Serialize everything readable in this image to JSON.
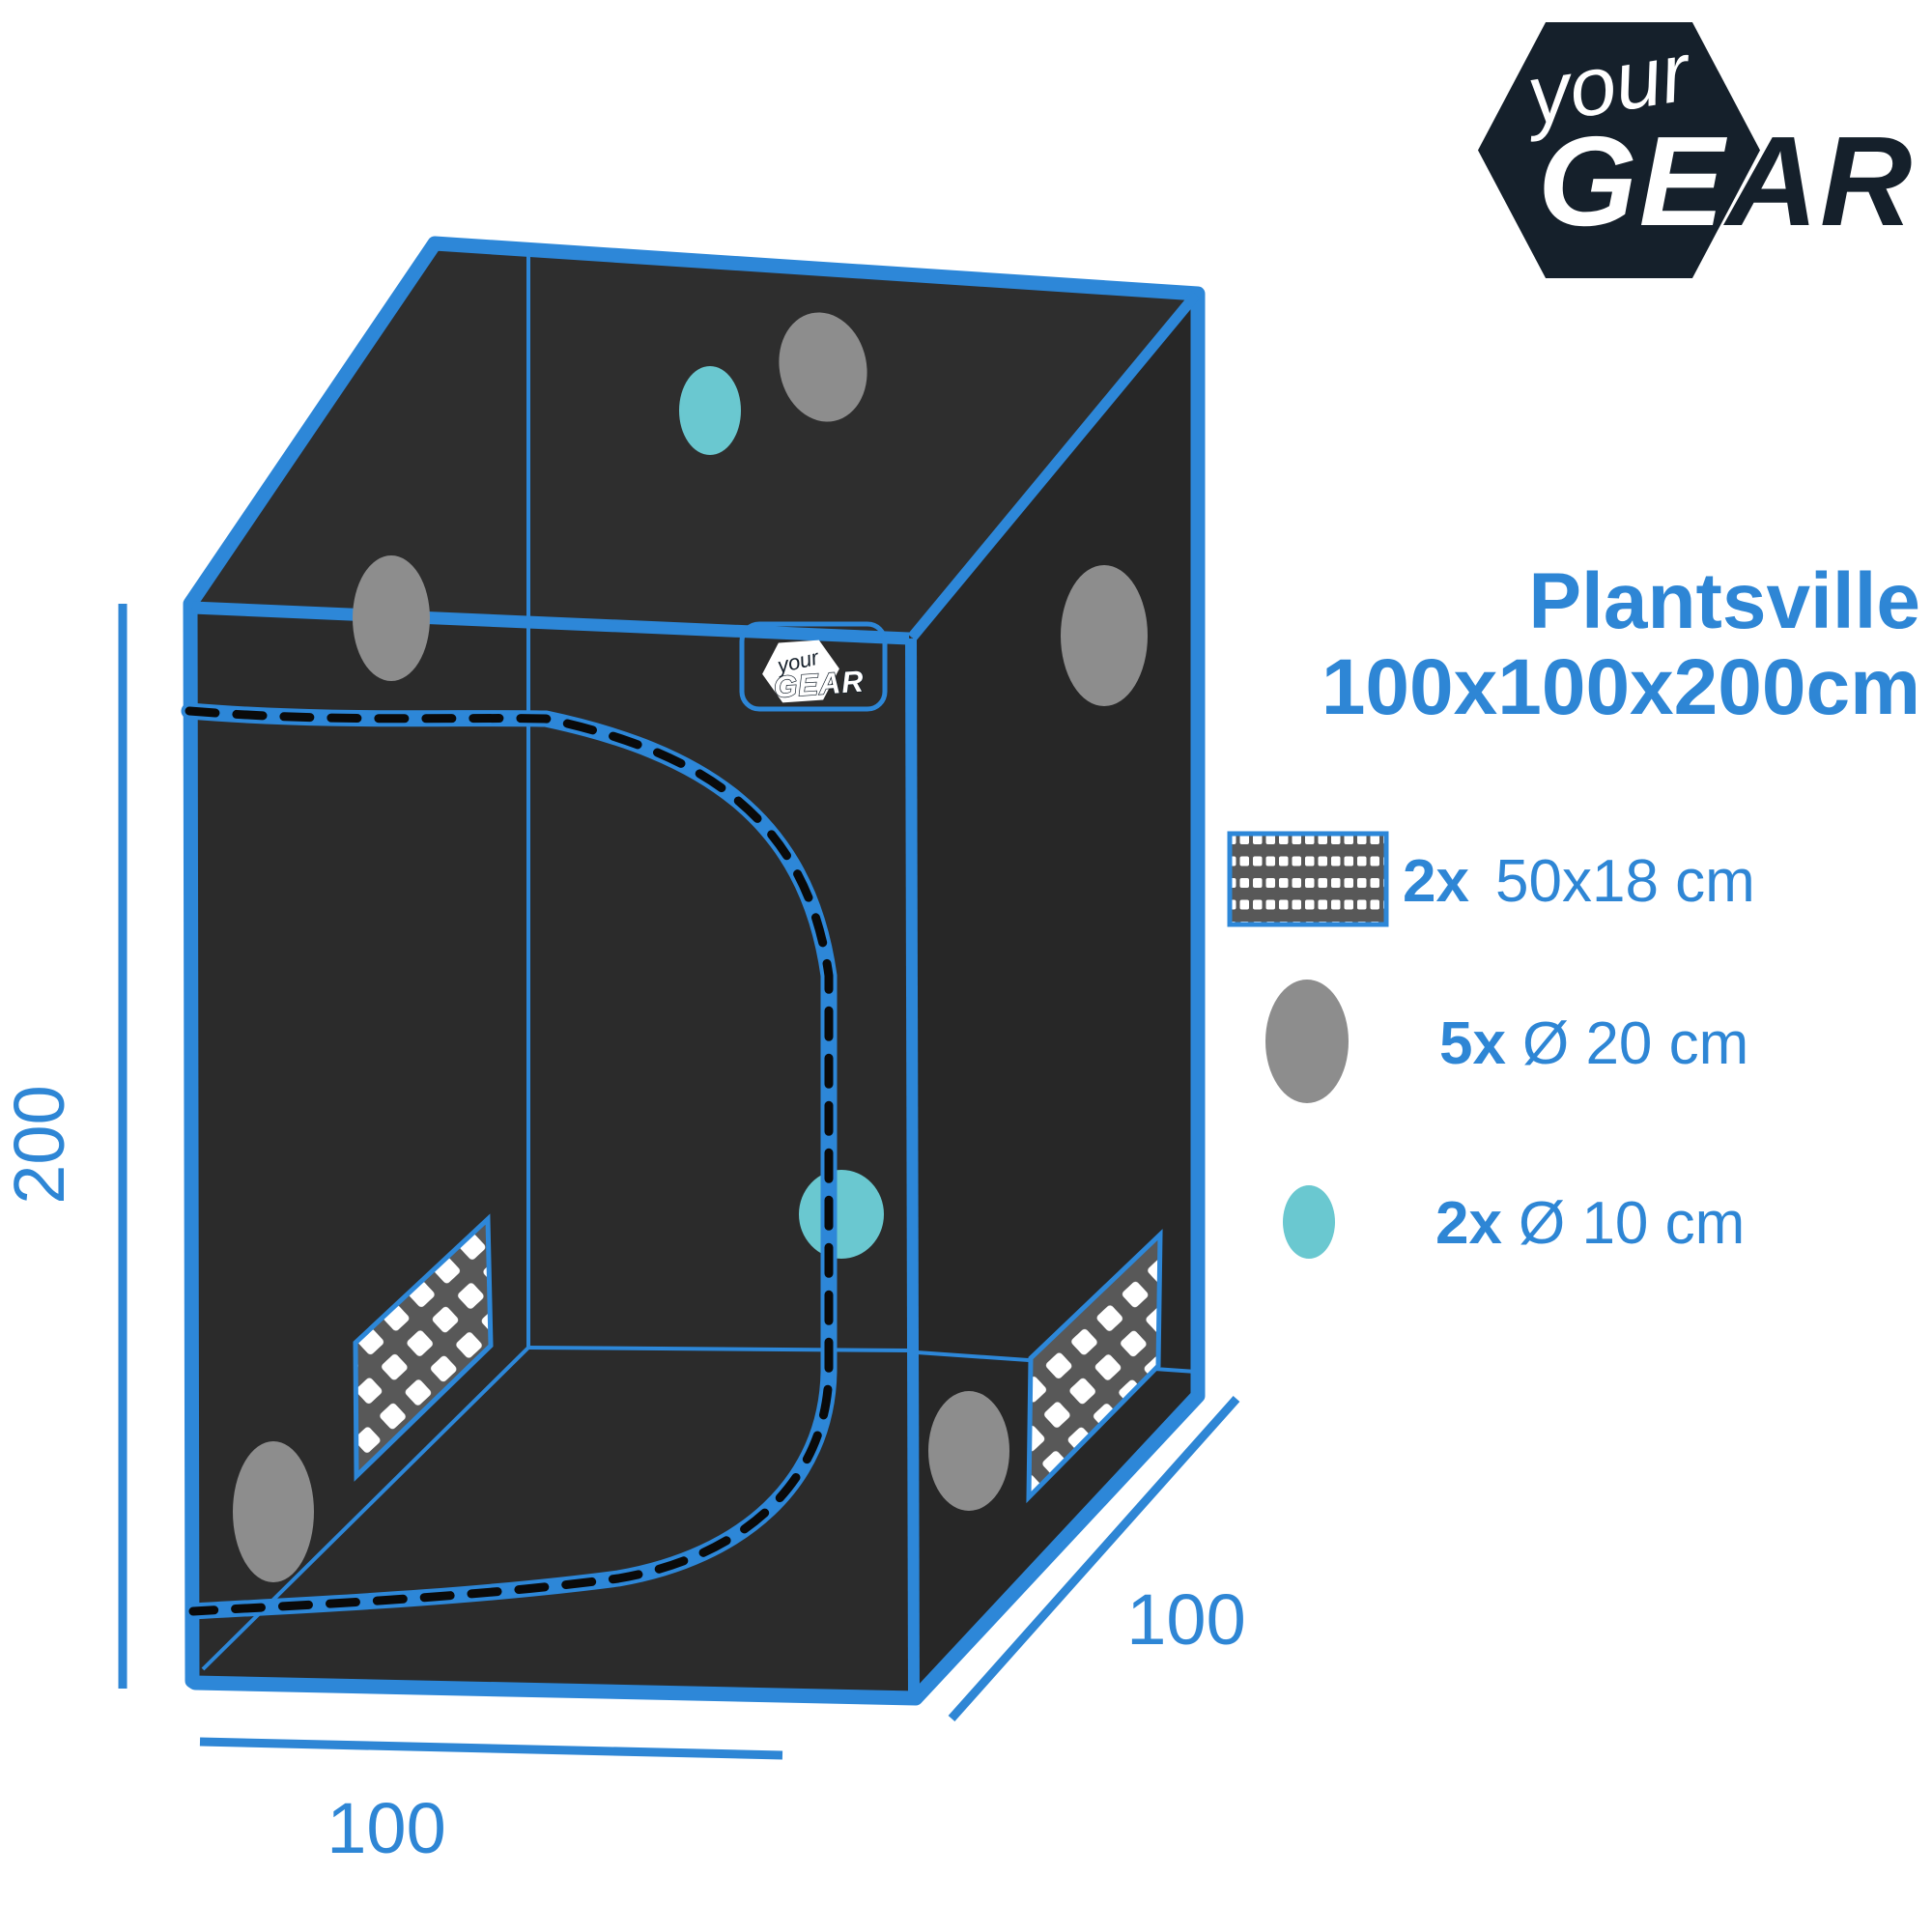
{
  "brand": {
    "script": "your",
    "word_inside": "GE",
    "word_outside": "AR"
  },
  "patch": {
    "script": "your",
    "word": "GEAR"
  },
  "product": {
    "name": "Plantsville",
    "size": "100x100x200cm"
  },
  "legend": [
    {
      "icon": "mesh-swatch",
      "qty": "2x",
      "size": "50x18 cm"
    },
    {
      "icon": "gray-round-vent",
      "qty": "5x",
      "size": "Ø 20 cm"
    },
    {
      "icon": "teal-round-vent",
      "qty": "2x",
      "size": "Ø 10 cm"
    }
  ],
  "dimensions": {
    "height": "200",
    "width": "100",
    "depth": "100"
  },
  "colors": {
    "accent_blue": "#2e86d5",
    "edge_blue": "#2d87d8",
    "brand_navy": "#15202b",
    "tent_fabric": "#2b2b2b",
    "mesh_gray": "#585858",
    "vent_gray": "#8d8d8d",
    "vent_teal": "#6ac8d0"
  }
}
